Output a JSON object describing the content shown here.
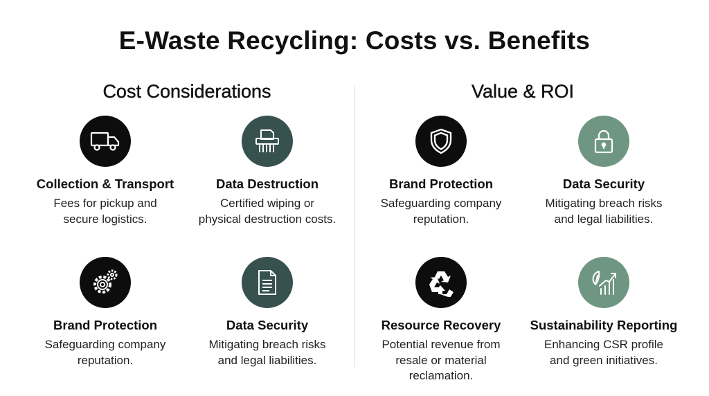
{
  "title": "E-Waste Recycling: Costs vs. Benefits",
  "sections": {
    "costs": {
      "title": "Cost Considerations",
      "items": [
        {
          "icon": "truck-icon",
          "title": "Collection & Transport",
          "desc": "Fees for pickup and secure logistics."
        },
        {
          "icon": "shredder-icon",
          "title": "Data Destruction",
          "desc": "Certified wiping or physical destruction costs."
        },
        {
          "icon": "gears-icon",
          "title": "Brand Protection",
          "desc": "Safeguarding company reputation."
        },
        {
          "icon": "document-icon",
          "title": "Data Security",
          "desc": "Mitigating breach risks and legal liabilities."
        }
      ]
    },
    "value": {
      "title": "Value & ROI",
      "items": [
        {
          "icon": "shield-icon",
          "title": "Brand Protection",
          "desc": "Safeguarding company reputation."
        },
        {
          "icon": "lock-icon",
          "title": "Data Security",
          "desc": "Mitigating breach risks and legal liabilities."
        },
        {
          "icon": "recycle-icon",
          "title": "Resource Recovery",
          "desc": "Potential revenue from resale or material reclamation."
        },
        {
          "icon": "growth-chart-icon",
          "title": "Sustainability Reporting",
          "desc": "Enhancing CSR profile and green initiatives."
        }
      ]
    }
  },
  "colors": {
    "icon_dark": "#0d0d0d",
    "icon_slate": "#37514e",
    "icon_sage": "#6f9682",
    "text": "#111111"
  }
}
